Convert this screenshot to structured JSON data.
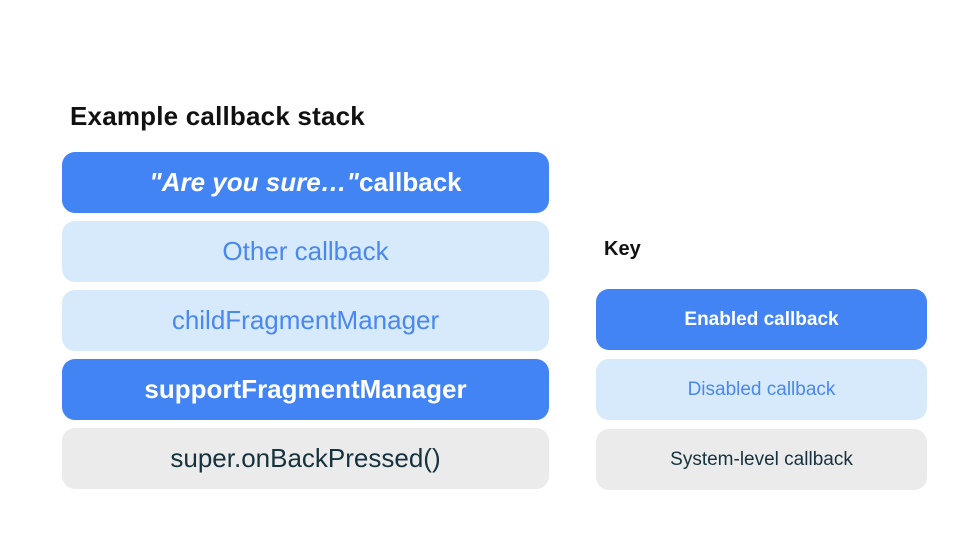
{
  "title": "Example callback stack",
  "colors": {
    "background": "#FFFFFF",
    "title-text": "#111111",
    "enabled-bg": "#4284F4",
    "enabled-text": "#FFFFFF",
    "disabled-bg": "#D6EAFB",
    "disabled-text": "#4A87EE",
    "system-bg": "#EBEBEB",
    "system-text": "#16323F"
  },
  "stack": {
    "items": [
      {
        "type": "enabled",
        "label_quoted": "\"Are you sure…\"",
        "label_suffix": " callback"
      },
      {
        "type": "disabled",
        "label": "Other callback"
      },
      {
        "type": "disabled",
        "label": "childFragmentManager"
      },
      {
        "type": "enabled",
        "label": "supportFragmentManager"
      },
      {
        "type": "system",
        "label": "super.onBackPressed()"
      }
    ]
  },
  "key": {
    "heading": "Key",
    "items": [
      {
        "type": "enabled",
        "label": "Enabled callback"
      },
      {
        "type": "disabled",
        "label": "Disabled callback"
      },
      {
        "type": "system",
        "label": "System-level callback"
      }
    ]
  }
}
